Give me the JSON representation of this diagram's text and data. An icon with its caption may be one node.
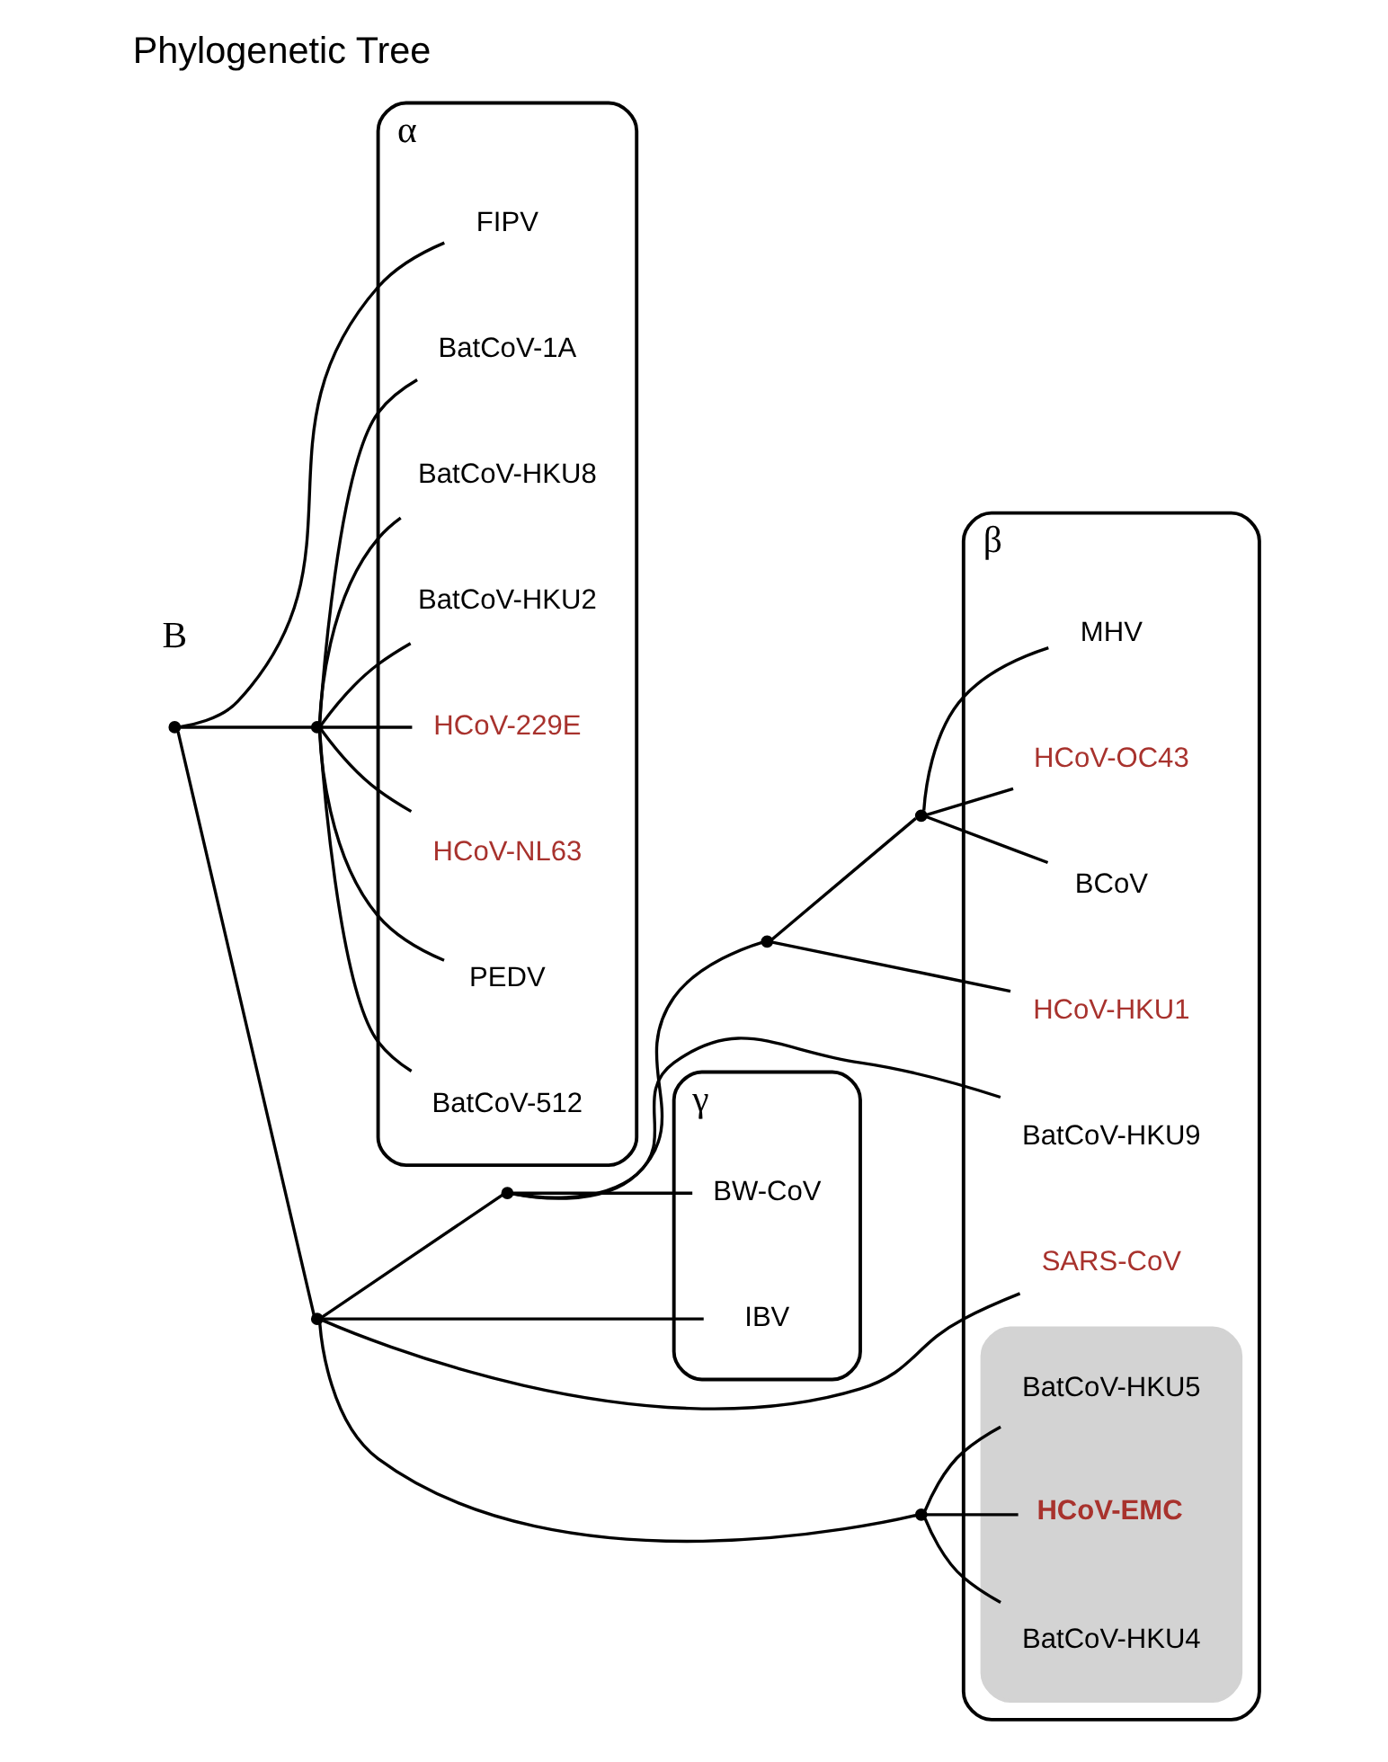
{
  "diagram": {
    "title": "Phylogenetic Tree",
    "nodes": [
      {
        "text": [
          "α"
        ]
      },
      {
        "text": [
          "BatCoV-1A"
        ],
        "in": 0
      },
      {
        "text": [
          "BatCoV-HKU8"
        ],
        "in": 0
      },
      {
        "text": [
          "BatCoV-HKU2"
        ],
        "in": 0
      },
      {
        "text": [
          "HCoV-229E"
        ],
        "in": 0
      },
      {
        "text": [
          "HCoV-NL63"
        ],
        "in": 0
      },
      {
        "text": [
          "PEDV"
        ],
        "in": 0
      },
      {
        "text": [
          "BatCoV-512"
        ],
        "in": 0
      },
      {
        "text": [
          "FIPV"
        ],
        "in": 0
      },
      {
        "text": [
          "β"
        ]
      },
      {
        "text": [
          "SARS-CoV"
        ],
        "in": 9
      },
      {
        "text": [],
        "shape": "ellipse",
        "in": 9
      },
      {
        "text": [
          "BatCoV-HKU5"
        ],
        "in": 11
      },
      {
        "text": [
          "HCoV-EMC"
        ],
        "in": 11
      },
      {
        "text": [
          "BatCoV-HKU4"
        ],
        "in": 11
      },
      {
        "text": [
          "BatCoV-HKU9"
        ],
        "in": 9
      },
      {
        "text": [
          "HCoV-HKU1"
        ],
        "in": 9
      },
      {
        "text": [
          "HCoV-OC43"
        ],
        "in": 9
      },
      {
        "text": [
          "BCoV"
        ],
        "in": 9
      },
      {
        "text": [
          "MHV"
        ],
        "in": 9
      },
      {
        "text": [
          "γ"
        ]
      },
      {
        "text": [
          "IBV"
        ],
        "in": 20
      },
      {
        "text": [
          "BW-CoV"
        ],
        "in": 20
      },
      {
        "text": [],
        "shape": "point"
      },
      {
        "text": [],
        "shape": "point"
      },
      {
        "text": [],
        "shape": "point"
      },
      {
        "text": [],
        "shape": "point"
      },
      {
        "text": [],
        "shape": "point"
      },
      {
        "text": [],
        "shape": "point"
      },
      {
        "text": [],
        "shape": "point"
      }
    ],
    "edges": [
      {
        "from": 23,
        "to": 1,
        "arrow": "none"
      },
      {
        "from": 23,
        "to": 2,
        "arrow": "none"
      },
      {
        "from": 23,
        "to": 3,
        "arrow": "none"
      },
      {
        "from": 23,
        "to": 4,
        "arrow": "none"
      },
      {
        "from": 23,
        "to": 5,
        "arrow": "none"
      },
      {
        "from": 23,
        "to": 6,
        "arrow": "none"
      },
      {
        "from": 23,
        "to": 7,
        "arrow": "none"
      },
      {
        "from": 24,
        "to": 23,
        "arrow": "none"
      },
      {
        "from": 24,
        "to": 8,
        "arrow": "none"
      },
      {
        "from": 24,
        "to": 25,
        "arrow": "none"
      },
      {
        "from": 25,
        "to": 10,
        "arrow": "none"
      },
      {
        "from": 25,
        "to": 21,
        "arrow": "none"
      },
      {
        "from": 25,
        "to": 26,
        "arrow": "none"
      },
      {
        "from": 26,
        "to": 12,
        "arrow": "none"
      },
      {
        "from": 26,
        "to": 13,
        "arrow": "none"
      },
      {
        "from": 26,
        "to": 14,
        "arrow": "none"
      },
      {
        "from": 25,
        "to": 27,
        "arrow": "none"
      },
      {
        "from": 27,
        "to": 15,
        "arrow": "none"
      },
      {
        "from": 27,
        "to": 22,
        "arrow": "none"
      },
      {
        "from": 27,
        "to": 28,
        "arrow": "none"
      },
      {
        "from": 28,
        "to": 16,
        "arrow": "none"
      },
      {
        "from": 28,
        "to": 29,
        "arrow": "none"
      },
      {
        "from": 29,
        "to": 17,
        "arrow": "none"
      },
      {
        "from": 29,
        "to": 18,
        "arrow": "none"
      },
      {
        "from": 29,
        "to": 19,
        "arrow": "none"
      }
    ],
    "labels": [
      "B"
    ]
  }
}
